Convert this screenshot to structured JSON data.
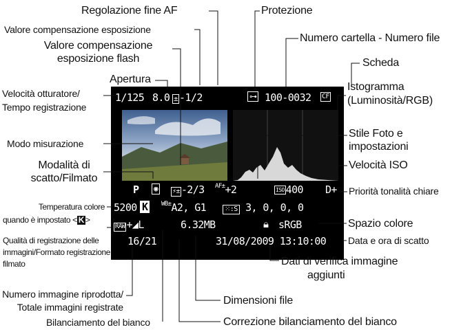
{
  "labels": {
    "regolazione_af": "Regolazione fine AF",
    "protezione": "Protezione",
    "comp_esposizione": "Valore compensazione esposizione",
    "comp_flash_1": "Valore compensazione",
    "comp_flash_2": "esposizione flash",
    "numero_cartella": "Numero cartella - Numero file",
    "apertura": "Apertura",
    "scheda": "Scheda",
    "velocita_1": "Velocità otturatore/",
    "velocita_2": "Tempo registrazione",
    "istogramma_1": "Istogramma",
    "istogramma_2": "(Luminosità/RGB)",
    "modo_misurazione": "Modo misurazione",
    "stile_1": "Stile Foto e",
    "stile_2": "impostazioni",
    "modalita_1": "Modalità di",
    "modalita_2": "scatto/Filmato",
    "iso": "Velocità ISO",
    "priorita": "Priorità tonalità chiare",
    "temp_colore_1": "Temperatura colore",
    "temp_colore_2": "quando è impostato <",
    "temp_colore_k": "K",
    "temp_colore_3": ">",
    "spazio_colore": "Spazio colore",
    "qualita_1": "Qualità di registrazione delle",
    "qualita_2": "immagini/Formato registrazione",
    "qualita_3": "filmato",
    "data_ora": "Data e ora di scatto",
    "dati_verifica_1": "Dati di verifica immagine",
    "dati_verifica_2": "aggiunti",
    "numero_immagine_1": "Numero immagine riprodotta/",
    "numero_immagine_2": "Totale immagini registrate",
    "dimensioni_file": "Dimensioni file",
    "bilanciamento": "Bilanciamento del bianco",
    "correzione": "Correzione bilanciamento del bianco"
  },
  "screen": {
    "shutter": "1/125",
    "aperture": "8.0",
    "exp_comp": "-1/2",
    "protect_icon": "key-icon",
    "folder_file": "100-0032",
    "card": "CF",
    "mode": "P",
    "flash_comp": "-2/3",
    "af_adjust": "+2",
    "iso_value": "400",
    "iso_prefix": "ISO",
    "d_plus": "D+",
    "kelvin": "5200",
    "k_icon": "K",
    "wb_shift": "A2, G1",
    "style_vals": "3, 0, 0, 0",
    "style_icon": "S",
    "raw": "RAW",
    "quality_l": "L",
    "file_size": "6.32MB",
    "lock_icon": "lock-icon",
    "color_space": "sRGB",
    "counter": "16/21",
    "date_time": "31/08/2009 13:10:00"
  },
  "colors": {
    "screen_bg": "#000000",
    "screen_text": "#ffffff",
    "leader": "#111111"
  }
}
